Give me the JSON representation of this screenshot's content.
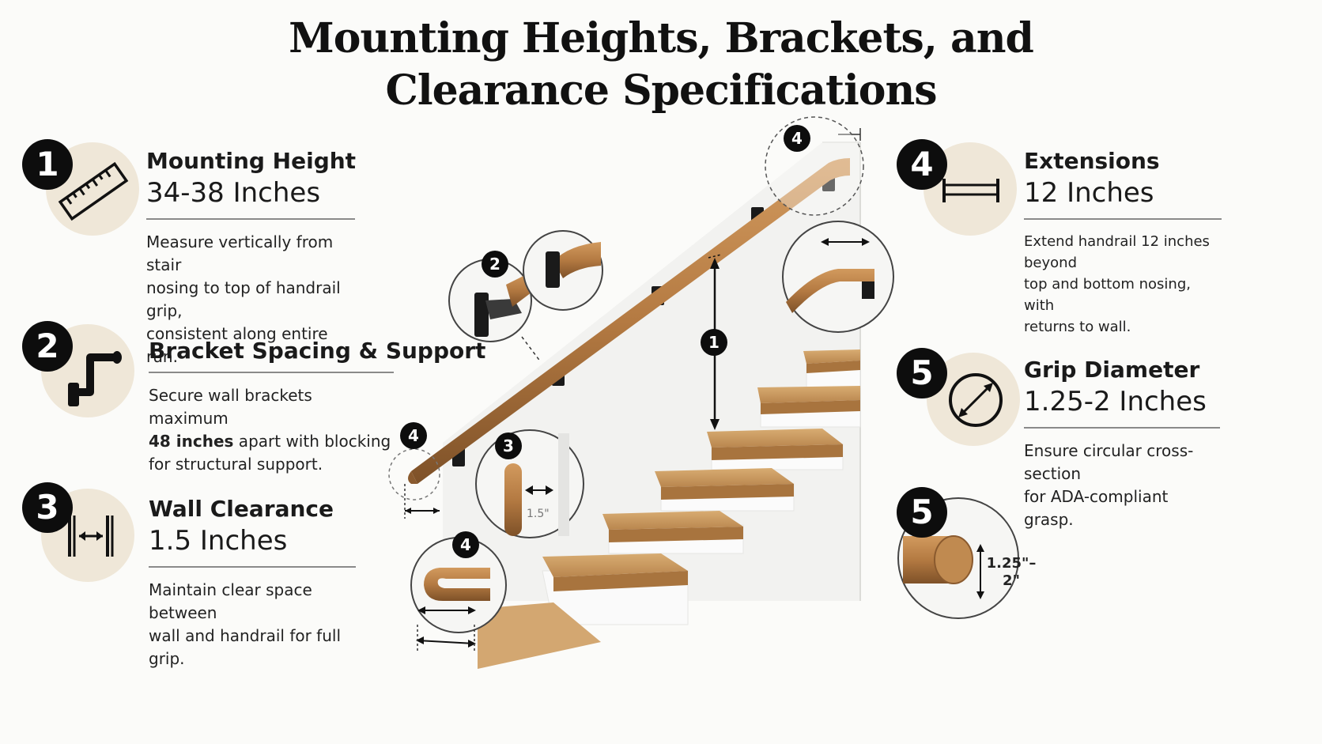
{
  "title": {
    "line1": "Mounting Heights, Brackets, and",
    "line2": "Clearance Specifications"
  },
  "specs": {
    "s1": {
      "number": "1",
      "name": "Mounting Height",
      "value": "34-38 Inches",
      "desc_line1": "Measure vertically from stair",
      "desc_line2": "nosing to top of handrail grip,",
      "desc_line3": "consistent along entire run.",
      "icon": "ruler-icon"
    },
    "s2": {
      "number": "2",
      "name": "Bracket Spacing & Support",
      "value": "",
      "desc_line1": "Secure wall brackets maximum",
      "desc_bold": "48 inches",
      "desc_line2_rest": " apart with blocking",
      "desc_line3": "for structural support.",
      "icon": "bracket-icon"
    },
    "s3": {
      "number": "3",
      "name": "Wall Clearance",
      "value": "1.5 Inches",
      "desc_line1": "Maintain clear space between",
      "desc_line2": "wall and handrail for full grip.",
      "icon": "clearance-icon"
    },
    "s4": {
      "number": "4",
      "name": "Extensions",
      "value": "12 Inches",
      "desc_line1": "Extend handrail 12 inches beyond",
      "desc_line2": "top and bottom nosing, with",
      "desc_line3": "returns to wall.",
      "icon": "extension-icon"
    },
    "s5": {
      "number": "5",
      "name": "Grip Diameter",
      "value": "1.25-2 Inches",
      "desc_line1": "Ensure circular cross-section",
      "desc_line2": "for ADA-compliant grasp.",
      "icon": "diameter-icon"
    }
  },
  "illustration": {
    "callouts": {
      "c1": "1",
      "c2": "2",
      "c3": "3",
      "c4_top": "4",
      "c4_bottom": "4",
      "c4_lower": "4",
      "c5": "5"
    },
    "clearance_label": "1.5\"",
    "diameter_label_1": "1.25\"–",
    "diameter_label_2": "2\""
  },
  "colors": {
    "wood": "#b07a45",
    "wood_dark": "#8a5a2e",
    "tread": "#c99a62",
    "disc": "#efe7d8",
    "badge": "#0d0d0d",
    "wall": "#f2f2f0"
  }
}
